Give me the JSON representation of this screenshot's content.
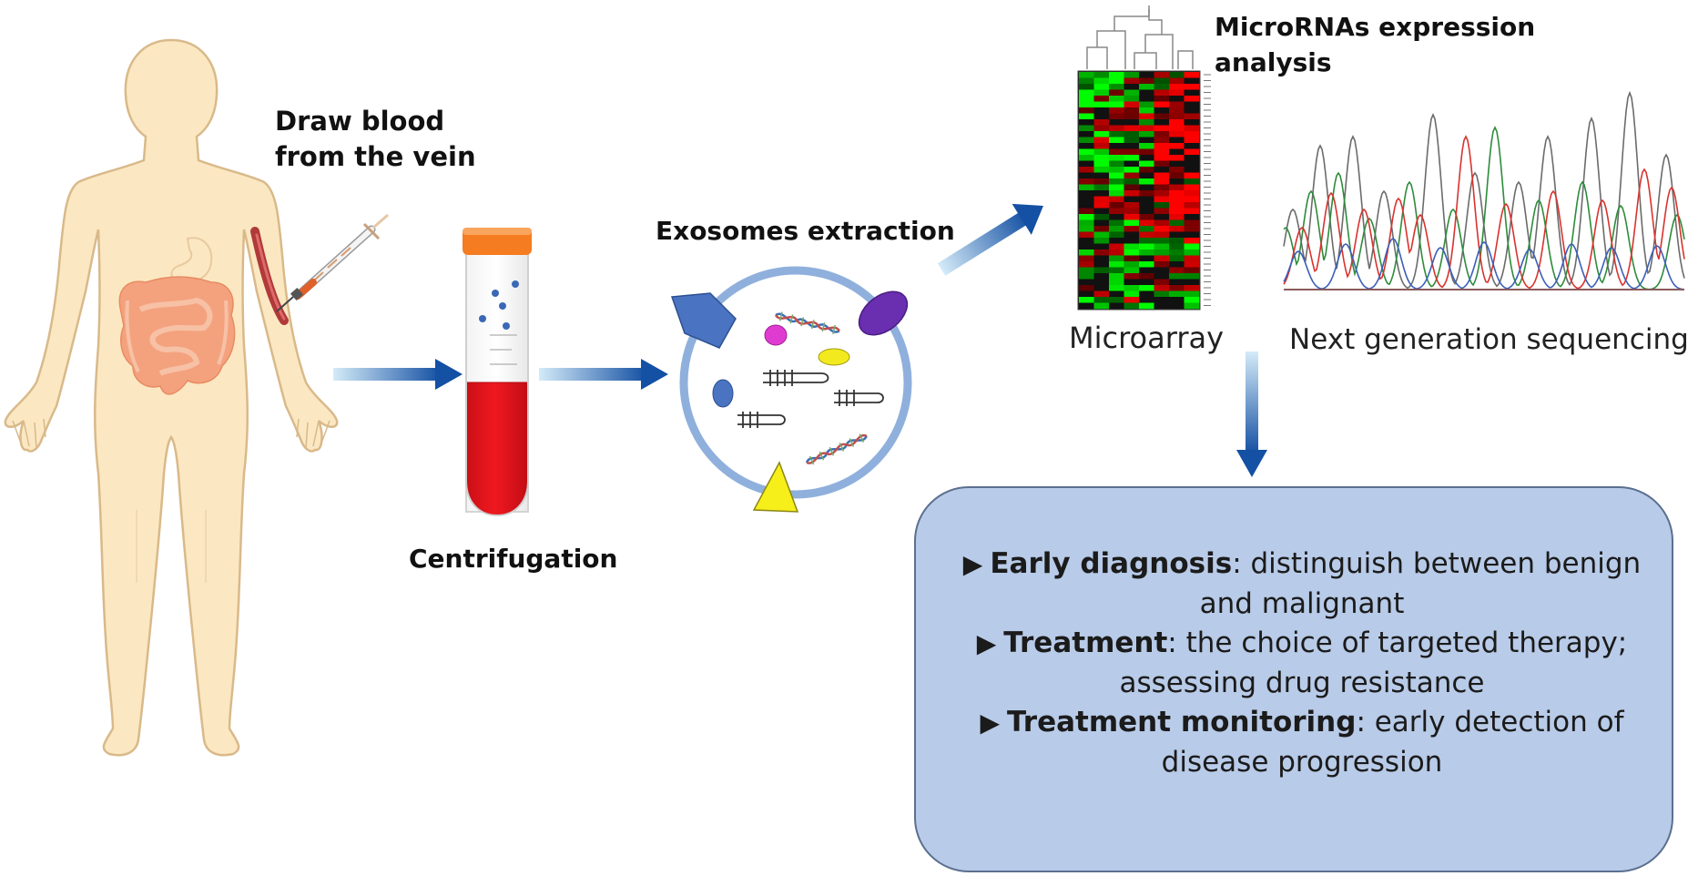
{
  "labels": {
    "draw_blood_line1": "Draw blood",
    "draw_blood_line2": "from the vein",
    "centrifugation": "Centrifugation",
    "exosomes_extraction": "Exosomes extraction",
    "mirna_line1": "MicroRNAs expression",
    "mirna_line2": "analysis",
    "microarray": "Microarray",
    "ngs": "Next generation sequencing"
  },
  "outcomes": [
    {
      "title": "Early diagnosis",
      "text_line1": ": distinguish between benign",
      "text_line2": "and malignant"
    },
    {
      "title": "Treatment",
      "text_line1": ": the choice of targeted therapy;",
      "text_line2": "assessing drug resistance"
    },
    {
      "title": "Treatment monitoring",
      "text_line1": ": early detection of",
      "text_line2": "disease progression"
    }
  ],
  "colors": {
    "skin": "#fbe8c2",
    "skin_outline": "#d9b98a",
    "intestine": "#f4a27e",
    "blood": "#e3141c",
    "tube_cap": "#f57c20",
    "arrow_light": "#bfe0f5",
    "arrow_dark": "#1450a3",
    "vesicle_ring": "#8fb0dc",
    "box_fill": "#b8cbe8"
  }
}
